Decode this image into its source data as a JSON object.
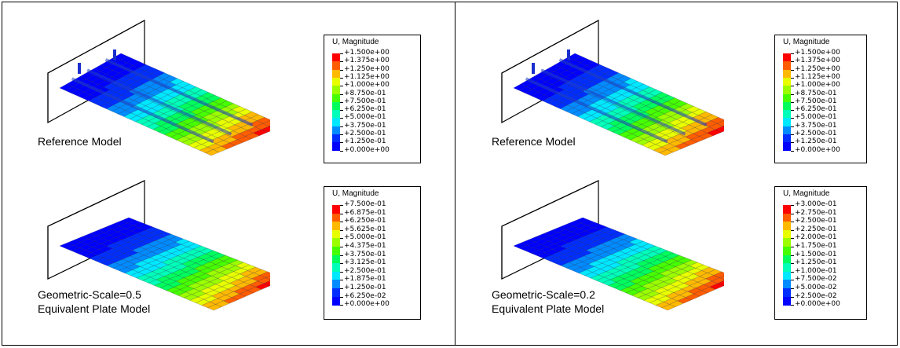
{
  "panels": [
    {
      "models": [
        {
          "caption_lines": [
            "Reference Model"
          ],
          "max_fraction": 1.0,
          "stiffeners": true,
          "legend": {
            "title": "U, Magnitude",
            "labels": [
              "+1.500e+00",
              "+1.375e+00",
              "+1.250e+00",
              "+1.125e+00",
              "+1.000e+00",
              "+8.750e-01",
              "+7.500e-01",
              "+6.250e-01",
              "+5.000e-01",
              "+3.750e-01",
              "+2.500e-01",
              "+1.250e-01",
              "+0.000e+00"
            ]
          }
        },
        {
          "caption_lines": [
            "Geometric-Scale=0.5",
            "Equivalent Plate Model"
          ],
          "max_fraction": 1.0,
          "stiffeners": false,
          "legend": {
            "title": "U, Magnitude",
            "labels": [
              "+7.500e-01",
              "+6.875e-01",
              "+6.250e-01",
              "+5.625e-01",
              "+5.000e-01",
              "+4.375e-01",
              "+3.750e-01",
              "+3.125e-01",
              "+2.500e-01",
              "+1.875e-01",
              "+1.250e-01",
              "+6.250e-02",
              "+0.000e+00"
            ]
          }
        }
      ]
    },
    {
      "models": [
        {
          "caption_lines": [
            "Reference Model"
          ],
          "max_fraction": 1.0,
          "stiffeners": true,
          "legend": {
            "title": "U, Magnitude",
            "labels": [
              "+1.500e+00",
              "+1.375e+00",
              "+1.250e+00",
              "+1.125e+00",
              "+1.000e+00",
              "+8.750e-01",
              "+7.500e-01",
              "+6.250e-01",
              "+5.000e-01",
              "+3.750e-01",
              "+2.500e-01",
              "+1.250e-01",
              "+0.000e+00"
            ]
          }
        },
        {
          "caption_lines": [
            "Geometric-Scale=0.2",
            "Equivalent Plate Model"
          ],
          "max_fraction": 1.0,
          "stiffeners": false,
          "legend": {
            "title": "U, Magnitude",
            "labels": [
              "+3.000e-01",
              "+2.750e-01",
              "+2.500e-01",
              "+2.250e-01",
              "+2.000e-01",
              "+1.750e-01",
              "+1.500e-01",
              "+1.250e-01",
              "+1.000e-01",
              "+7.500e-02",
              "+5.000e-02",
              "+2.500e-02",
              "+0.000e+00"
            ]
          }
        }
      ]
    }
  ],
  "colormap": [
    "#ff0000",
    "#ff5d00",
    "#ffb900",
    "#e8ff00",
    "#9bff00",
    "#46ff00",
    "#00ff5d",
    "#00ffb9",
    "#00e8ff",
    "#008bff",
    "#002eff",
    "#0000ff"
  ]
}
